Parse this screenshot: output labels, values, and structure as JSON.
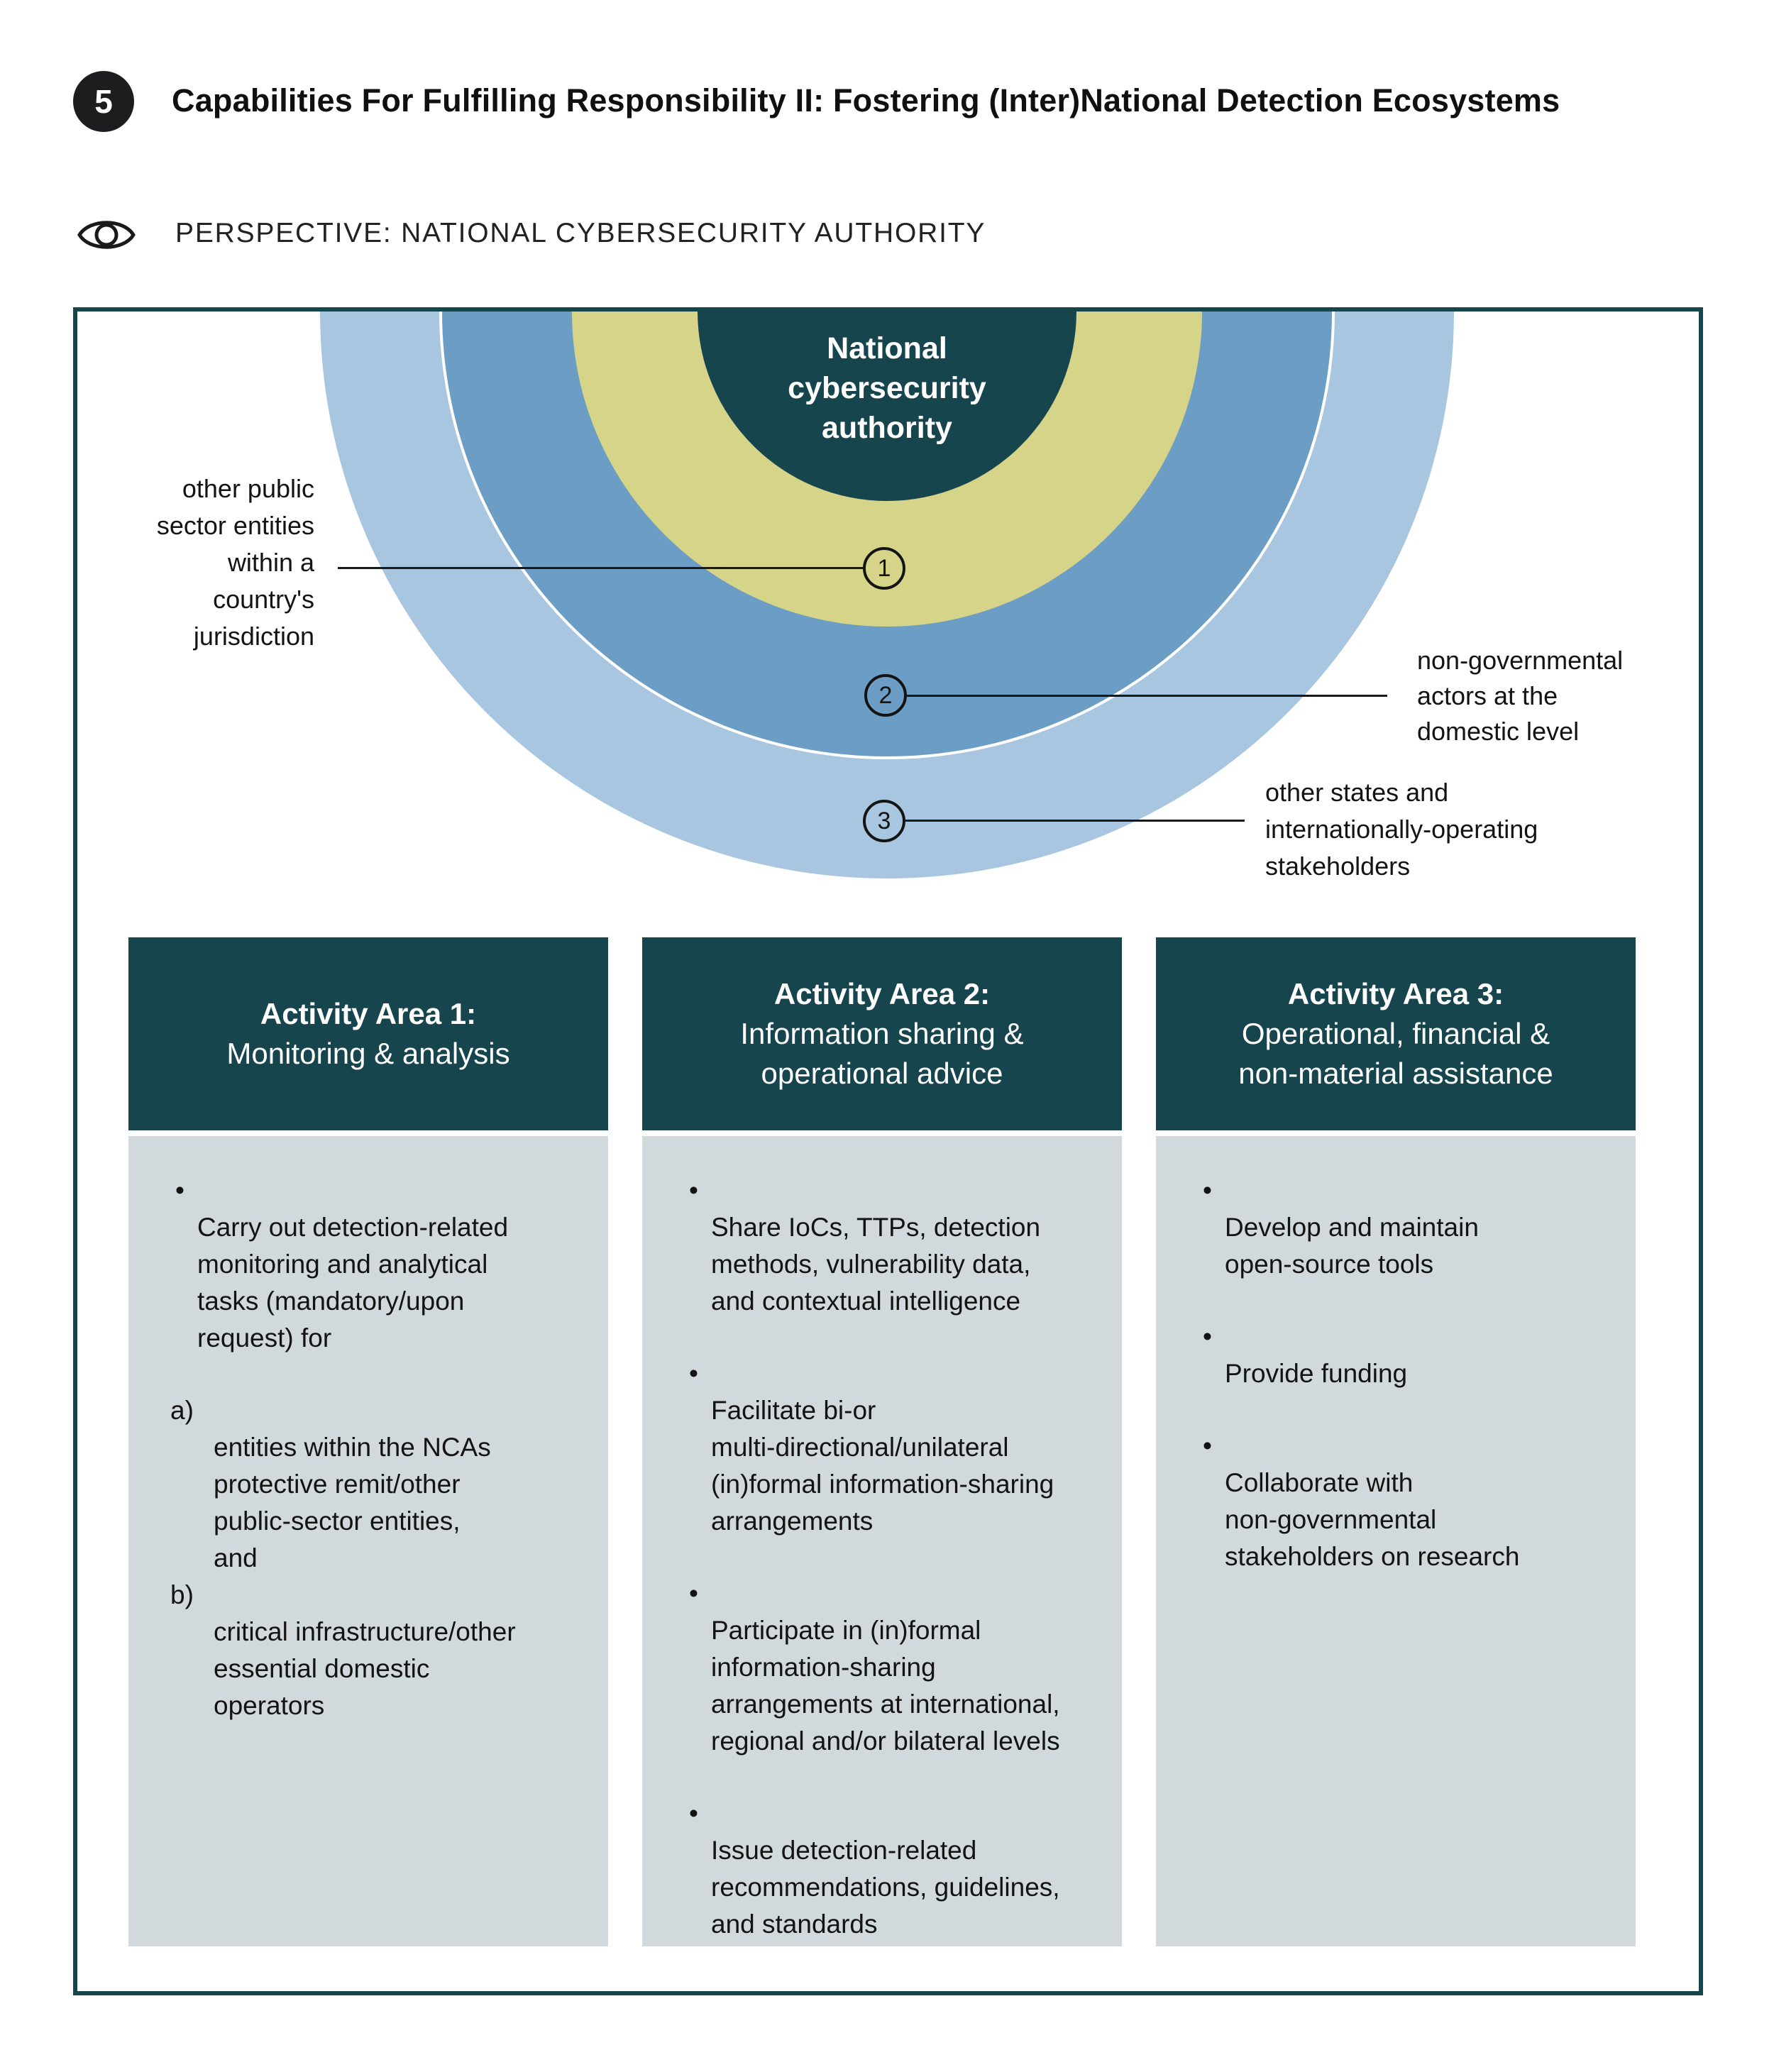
{
  "header": {
    "step_number": "5",
    "title": "Capabilities For Fulfilling Responsibility II: Fostering (Inter)National Detection Ecosystems"
  },
  "perspective": {
    "label": "PERSPECTIVE: NATIONAL CYBERSECURITY AUTHORITY"
  },
  "diagram": {
    "center": {
      "label": "National\ncybersecurity\nauthority",
      "color": "#17454E"
    },
    "ring_colors": {
      "ring_1": "#D5D488",
      "ring_2": "#6C9DC5",
      "ring_3": "#A9C6E0"
    },
    "callouts": [
      {
        "number": "1",
        "label": "other public\nsector entities\nwithin a\ncountry's\njurisdiction"
      },
      {
        "number": "2",
        "label": "non-governmental\nactors at the\ndomestic level"
      },
      {
        "number": "3",
        "label": "other states and\ninternationally-operating\nstakeholders"
      }
    ]
  },
  "activity_areas": [
    {
      "title": "Activity Area 1:",
      "subtitle": "Monitoring & analysis",
      "items": [
        {
          "marker": "•",
          "text": "Carry out detection-related\nmonitoring and analytical\ntasks (mandatory/upon\nrequest) for"
        },
        {
          "marker": "a)",
          "text": "entities within the NCAs\nprotective remit/other\npublic-sector entities,\nand"
        },
        {
          "marker": "b)",
          "text": "critical infrastructure/other\nessential domestic\noperators"
        }
      ]
    },
    {
      "title": "Activity Area 2:",
      "subtitle": "Information sharing &\noperational advice",
      "items": [
        {
          "marker": "•",
          "text": "Share IoCs, TTPs, detection\nmethods, vulnerability data,\nand contextual intelligence"
        },
        {
          "marker": "•",
          "text": "Facilitate bi-or\nmulti-directional/unilateral\n(in)formal information-sharing\narrangements"
        },
        {
          "marker": "•",
          "text": "Participate in (in)formal\ninformation-sharing\narrangements at international,\nregional and/or bilateral levels"
        },
        {
          "marker": "•",
          "text": "Issue detection-related\nrecommendations, guidelines,\nand standards"
        }
      ]
    },
    {
      "title": "Activity Area 3:",
      "subtitle": "Operational, financial &\nnon-material assistance",
      "items": [
        {
          "marker": "•",
          "text": "Develop and maintain\nopen-source tools"
        },
        {
          "marker": "•",
          "text": "Provide funding"
        },
        {
          "marker": "•",
          "text": "Collaborate with\nnon-governmental\nstakeholders on research"
        }
      ]
    }
  ]
}
